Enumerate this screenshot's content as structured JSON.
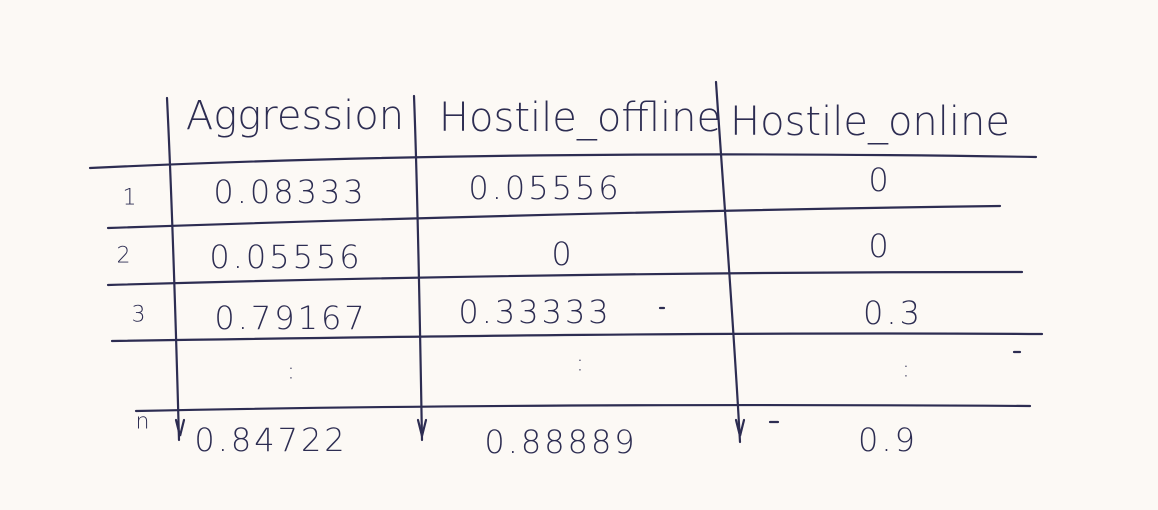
{
  "table": {
    "headers": [
      "Aggression",
      "Hostile_offline",
      "Hostile_online"
    ],
    "rows": [
      {
        "index": "1",
        "cells": [
          "0.08333",
          "0.05556",
          "0"
        ]
      },
      {
        "index": "2",
        "cells": [
          "0.05556",
          "0",
          "0"
        ]
      },
      {
        "index": "3",
        "cells": [
          "0.79167",
          "0.33333",
          "0.3"
        ]
      },
      {
        "index": "",
        "cells": [
          ":",
          ":",
          ":"
        ]
      },
      {
        "index": "n",
        "cells": [
          "0.84722",
          "0.88889",
          "0.9"
        ]
      }
    ]
  },
  "colors": {
    "ink": "#2d2d52",
    "paper": "#fcf9f5"
  }
}
